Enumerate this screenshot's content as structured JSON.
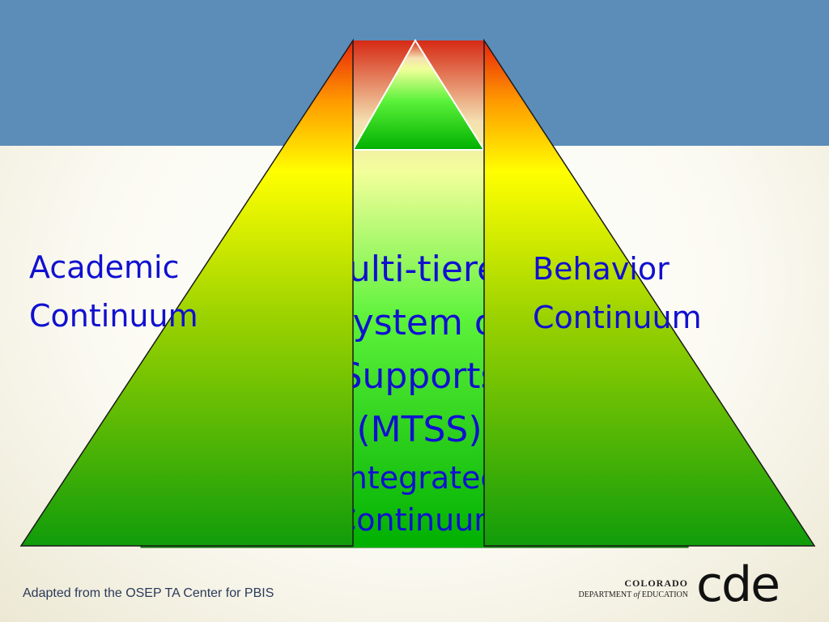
{
  "diagram": {
    "left_label": [
      "Academic",
      "Continuum"
    ],
    "right_label": [
      "Behavior",
      "Continuum"
    ],
    "center_label": [
      "Multi-tiered",
      "System of",
      "Supports",
      "(MTSS)"
    ],
    "center_sublabel": [
      "Integrated",
      "Continuum"
    ]
  },
  "footer": {
    "credit": "Adapted from the OSEP TA Center for PBIS"
  },
  "logo": {
    "line1": "COLORADO",
    "line2_before": "DEPARTMENT ",
    "line2_of": "of",
    "line2_after": " EDUCATION",
    "mark": "cde"
  },
  "colors": {
    "band": "#5b8db8",
    "text": "#1010d0",
    "tier_top": "#e8240c",
    "tier_mid": "#ffff00",
    "tier_base": "#119c0a"
  }
}
